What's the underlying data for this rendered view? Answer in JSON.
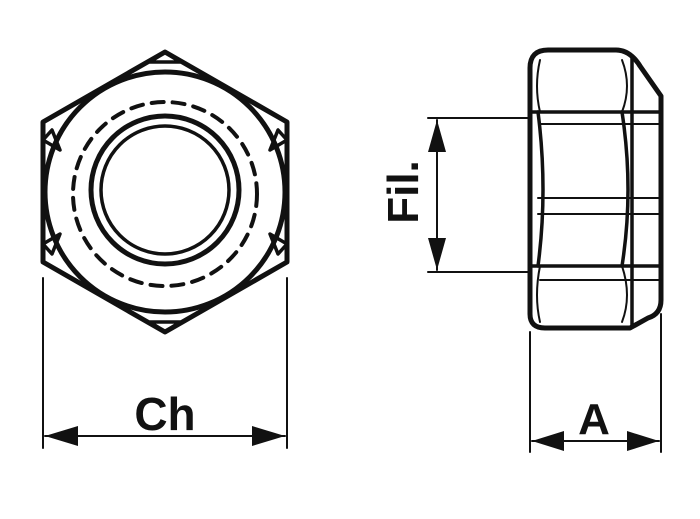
{
  "labels": {
    "ch": "Ch",
    "fil": "Fil.",
    "a": "A"
  },
  "colors": {
    "ink": "#111111",
    "background": "#ffffff"
  }
}
